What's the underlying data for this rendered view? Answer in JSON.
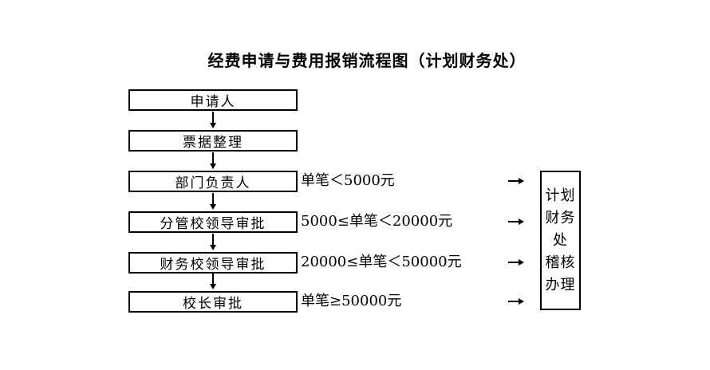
{
  "title": "经费申请与费用报销流程图（计划财务处）",
  "flow": {
    "steps": [
      {
        "label": "申请人"
      },
      {
        "label": "票据整理"
      },
      {
        "label": "部门负责人",
        "condition": "单笔＜5000元"
      },
      {
        "label": "分管校领导审批",
        "condition": "5000≤单笔＜20000元"
      },
      {
        "label": "财务校领导审批",
        "condition": "20000≤单笔＜50000元"
      },
      {
        "label": "校长审批",
        "condition": "单笔≥50000元"
      }
    ]
  },
  "destination": {
    "lines": [
      "计划",
      "财务",
      "处",
      "稽核",
      "办理"
    ]
  },
  "colors": {
    "ink": "#000000",
    "background": "#ffffff"
  }
}
